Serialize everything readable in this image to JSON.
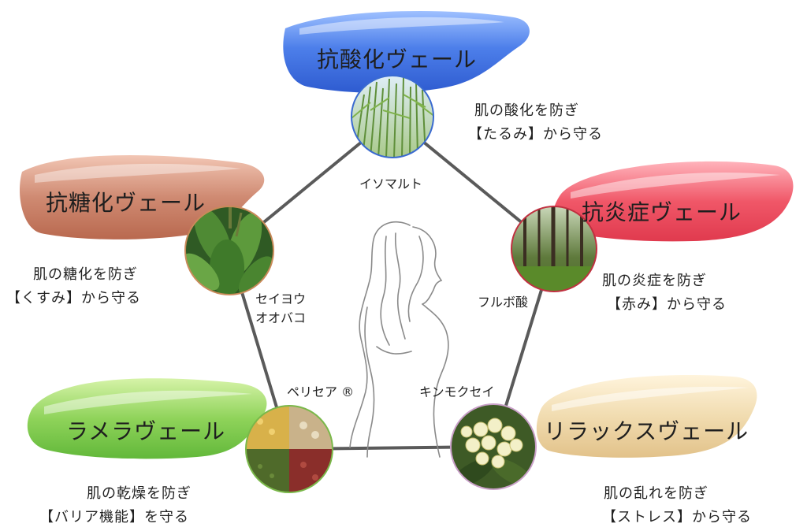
{
  "veils": [
    {
      "id": "antioxidant",
      "title": "抗酸化ヴェール",
      "desc1": "肌の酸化を防ぎ",
      "desc2": "【たるみ】から守る",
      "ingredient": "イソマルト",
      "color": "#4f7fe6"
    },
    {
      "id": "antiglycation",
      "title": "抗糖化ヴェール",
      "desc1": "肌の糖化を防ぎ",
      "desc2": "【くすみ】から守る",
      "ingredient": "セイヨウ\nオオバコ",
      "ingredient_l1": "セイヨウ",
      "ingredient_l2": "オオバコ",
      "color": "#c97a63"
    },
    {
      "id": "anti-inflammation",
      "title": "抗炎症ヴェール",
      "desc1": "肌の炎症を防ぎ",
      "desc2": "【赤み】から守る",
      "ingredient": "フルボ酸",
      "color": "#ea4d5e"
    },
    {
      "id": "lamellar",
      "title": "ラメラヴェール",
      "desc1": "肌の乾燥を防ぎ",
      "desc2": "【バリア機能】を守る",
      "ingredient": "ペリセア ®",
      "color": "#7fcc4a"
    },
    {
      "id": "relax",
      "title": "リラックスヴェール",
      "desc1": "肌の乱れを防ぎ",
      "desc2": "【ストレス】から守る",
      "ingredient": "キンモクセイ",
      "color": "#ecd3a2"
    }
  ]
}
